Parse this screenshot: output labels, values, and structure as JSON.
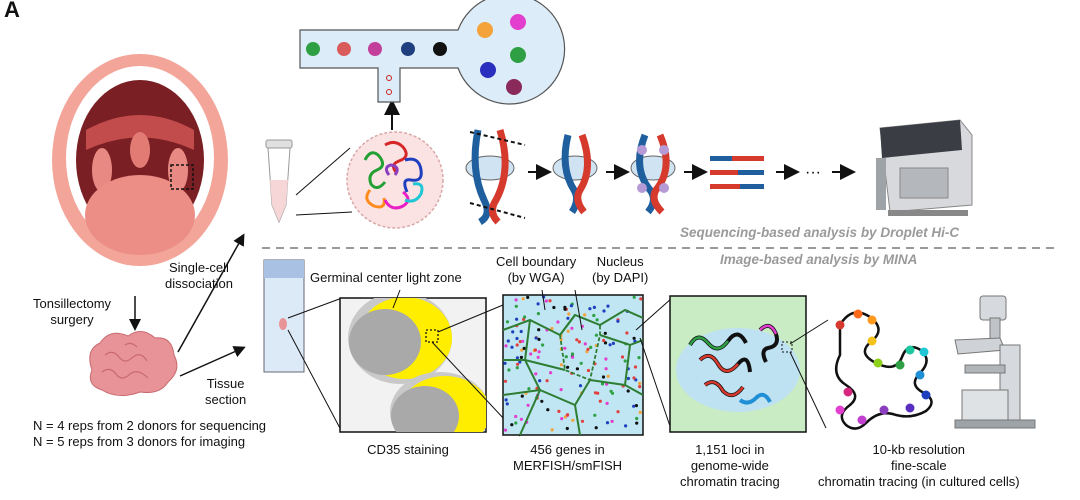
{
  "panel_label": "A",
  "workflows": {
    "sequencing": "Sequencing-based analysis by Droplet Hi-C",
    "imaging": "Image-based analysis by MINA"
  },
  "steps": {
    "surgery": [
      "Tonsillectomy",
      "surgery"
    ],
    "dissociation": [
      "Single-cell",
      "dissociation"
    ],
    "tissue_section": [
      "Tissue",
      "section"
    ],
    "cell_boundary": [
      "Cell boundary",
      "(by WGA)"
    ],
    "nucleus": [
      "Nucleus",
      "(by DAPI)"
    ],
    "germinal_center": "Germinal center light zone",
    "cd35": "CD35 staining",
    "genes": [
      "456 genes in",
      "MERFISH/smFISH"
    ],
    "loci": [
      "1,151 loci in",
      "genome-wide",
      "chromatin tracing"
    ],
    "fine_scale": [
      "10-kb resolution",
      "fine-scale",
      "chromatin tracing (in cultured cells)"
    ],
    "ellipsis": "···"
  },
  "donors": {
    "sequencing": "N = 4 reps from 2 donors for sequencing",
    "imaging": "N = 5 reps from 3 donors for imaging"
  },
  "colors": {
    "red_strand": "#d63a2c",
    "blue_strand": "#1f5f9e",
    "yellow": "#ffee00",
    "light_blue": "#bfe6f2",
    "green_line": "#2e7d32"
  },
  "icons": [
    "mouth-icon",
    "tonsil-tissue-icon",
    "tube-icon",
    "nucleus-icon",
    "microfluidic-chip-icon",
    "sequencer-icon",
    "slide-icon",
    "microscope-icon"
  ]
}
